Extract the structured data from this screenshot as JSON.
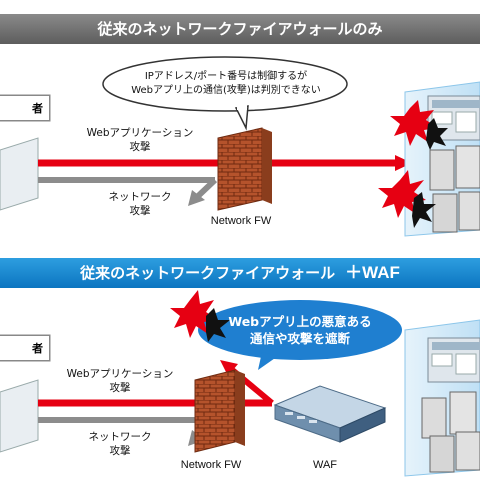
{
  "top_panel": {
    "title": "従来のネットワークファイアウォールのみ",
    "user_label": "者",
    "web_attack_label": [
      "Webアプリケーション",
      "攻撃"
    ],
    "network_attack_label": [
      "ネットワーク",
      "攻撃"
    ],
    "firewall_label": "Network FW",
    "bubble_lines": [
      "IPアドレス/ポート番号は制御するが",
      "Webアプリ上の通信(攻撃)は判別できない"
    ]
  },
  "bottom_panel": {
    "title_prefix": "従来のネットワークファイアウォール",
    "title_suffix": "＋WAF",
    "user_label": "者",
    "web_attack_label": [
      "Webアプリケーション",
      "攻撃"
    ],
    "network_attack_label": [
      "ネットワーク",
      "攻撃"
    ],
    "firewall_label": "Network FW",
    "waf_label": "WAF",
    "bubble_lines": [
      "Webアプリ上の悪意ある",
      "通信や攻撃を遮断"
    ]
  },
  "colors": {
    "attack_red": "#e60012",
    "network_grey": "#8c8c8c",
    "brick": "#b5532c",
    "server_zone": "#cfe8f7",
    "bubble_blue": "#1f7fd0"
  }
}
